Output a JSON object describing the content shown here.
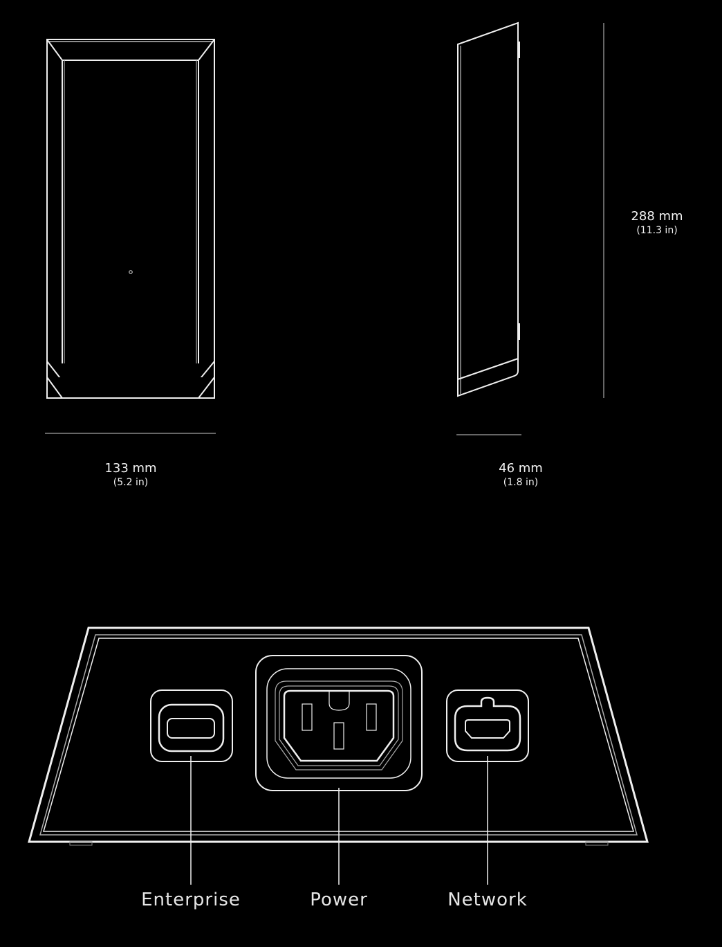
{
  "dimensions": {
    "width": {
      "mm": "133 mm",
      "in": "(5.2 in)"
    },
    "depth": {
      "mm": "46 mm",
      "in": "(1.8 in)"
    },
    "height": {
      "mm": "288 mm",
      "in": "(11.3 in)"
    }
  },
  "ports": [
    {
      "label": "Enterprise"
    },
    {
      "label": "Power"
    },
    {
      "label": "Network"
    }
  ],
  "colors": {
    "background": "#000000",
    "line": "#f0f0f0"
  }
}
